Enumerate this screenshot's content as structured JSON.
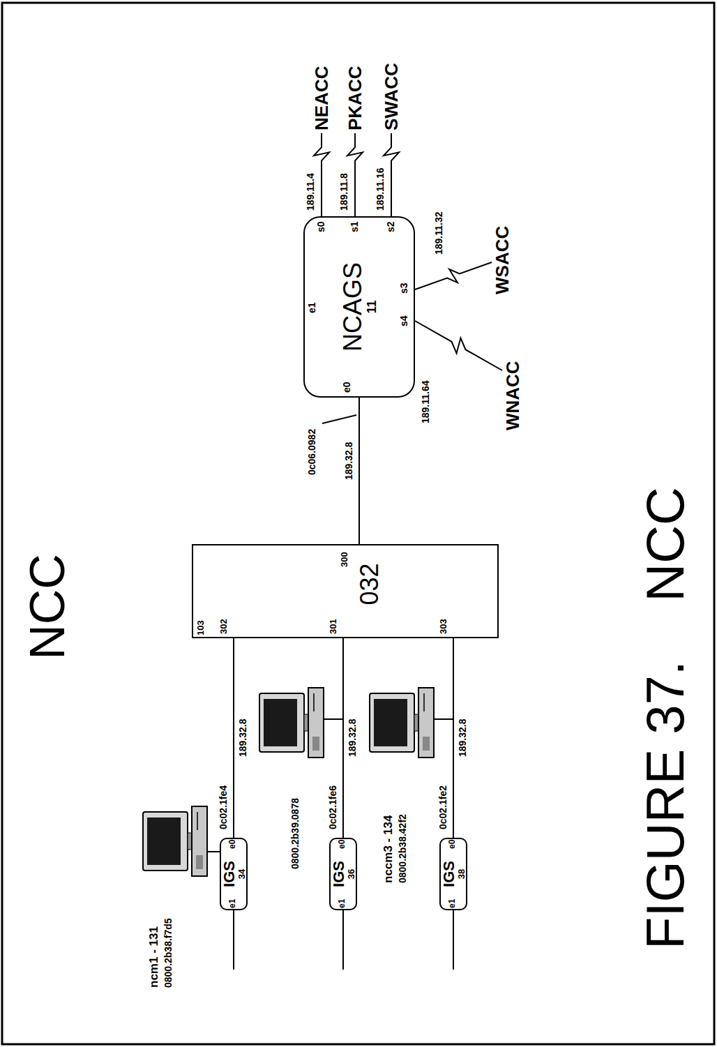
{
  "diagram": {
    "title": "NCC",
    "caption": "FIGURE 37.    NCC",
    "nodes": [
      {
        "text": [
          "032"
        ]
      },
      {
        "text": [
          "NCAGS",
          "11"
        ]
      },
      {
        "text": [
          "IGS",
          "34"
        ]
      },
      {
        "text": [
          "IGS",
          "36"
        ]
      },
      {
        "text": [
          "IGS",
          "38"
        ]
      },
      {
        "text": [
          "NEACC"
        ]
      },
      {
        "text": [
          "PKACC"
        ]
      },
      {
        "text": [
          "SWACC"
        ]
      },
      {
        "text": [
          "WSACC"
        ]
      },
      {
        "text": [
          "WNACC"
        ]
      }
    ],
    "edges": [
      {
        "from": 2,
        "to": 0,
        "label": "189.32.8",
        "arrow": "none"
      },
      {
        "from": 3,
        "to": 0,
        "label": "189.32.8",
        "arrow": "none"
      },
      {
        "from": 4,
        "to": 0,
        "label": "189.32.8",
        "arrow": "none"
      },
      {
        "from": 0,
        "to": 1,
        "label": "189.32.8",
        "arrow": "none"
      },
      {
        "from": 1,
        "to": 5,
        "label": "189.11.4",
        "arrow": "none"
      },
      {
        "from": 1,
        "to": 6,
        "label": "189.11.8",
        "arrow": "none"
      },
      {
        "from": 1,
        "to": 7,
        "label": "189.11.16",
        "arrow": "none"
      },
      {
        "from": 1,
        "to": 8,
        "label": "189.11.32",
        "arrow": "none"
      },
      {
        "from": 1,
        "to": 9,
        "label": "189.11.64",
        "arrow": "none"
      }
    ],
    "labels": [
      "103",
      "302",
      "301",
      "303",
      "300",
      "e0",
      "e1",
      "s0",
      "s1",
      "s2",
      "s3",
      "s4",
      "e1",
      "e0",
      "e1",
      "e0",
      "e1",
      "e0",
      "ncm1 - 131",
      "0800.2b38.f7d5",
      "0c02.1fe4",
      "0800.2b39.0878",
      "0c02.1fe6",
      "nccm3 - 134",
      "0800.2b38.42f2",
      "0c02.1fe2",
      "0c06.0982"
    ]
  }
}
